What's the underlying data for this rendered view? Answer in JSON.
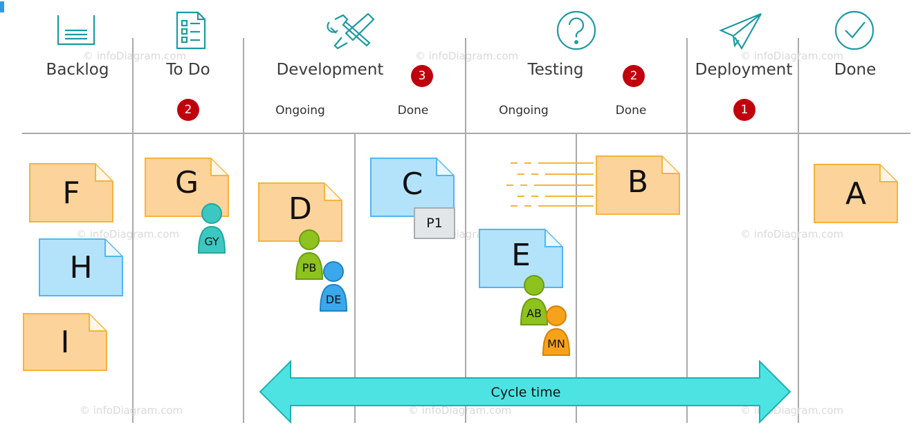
{
  "columns": [
    {
      "key": "backlog",
      "title": "Backlog",
      "icon": "basket-icon"
    },
    {
      "key": "todo",
      "title": "To Do",
      "icon": "checklist-icon",
      "wip": "2"
    },
    {
      "key": "development",
      "title": "Development",
      "icon": "tools-icon",
      "wip": "3",
      "subs": [
        "Ongoing",
        "Done"
      ]
    },
    {
      "key": "testing",
      "title": "Testing",
      "icon": "question-icon",
      "wip": "2",
      "subs": [
        "Ongoing",
        "Done"
      ]
    },
    {
      "key": "deployment",
      "title": "Deployment",
      "icon": "paper-plane-icon",
      "wip": "1"
    },
    {
      "key": "done",
      "title": "Done",
      "icon": "checkmark-icon"
    }
  ],
  "cards": [
    {
      "id": "F",
      "color": "orange"
    },
    {
      "id": "H",
      "color": "blue"
    },
    {
      "id": "I",
      "color": "orange"
    },
    {
      "id": "G",
      "color": "orange"
    },
    {
      "id": "D",
      "color": "orange"
    },
    {
      "id": "C",
      "color": "blue",
      "tag": "P1"
    },
    {
      "id": "E",
      "color": "blue"
    },
    {
      "id": "B",
      "color": "orange"
    },
    {
      "id": "A",
      "color": "orange"
    }
  ],
  "assignees": [
    {
      "initials": "GY",
      "color": "#3cc8c0"
    },
    {
      "initials": "PB",
      "color": "#8dc21f"
    },
    {
      "initials": "DE",
      "color": "#3aa8ea"
    },
    {
      "initials": "AB",
      "color": "#8dc21f"
    },
    {
      "initials": "MN",
      "color": "#f7a21b"
    }
  ],
  "cycle_time": {
    "label": "Cycle time",
    "color": "#4de3e3"
  },
  "colors": {
    "orange_fill": "#fcd39a",
    "orange_border": "#f5b33c",
    "blue_fill": "#b3e2fb",
    "blue_border": "#4fb7ef",
    "badge": "#c0000c",
    "icon": "#1a9aa0",
    "divider": "#a9a9a9"
  },
  "watermark": "© infoDiagram.com"
}
